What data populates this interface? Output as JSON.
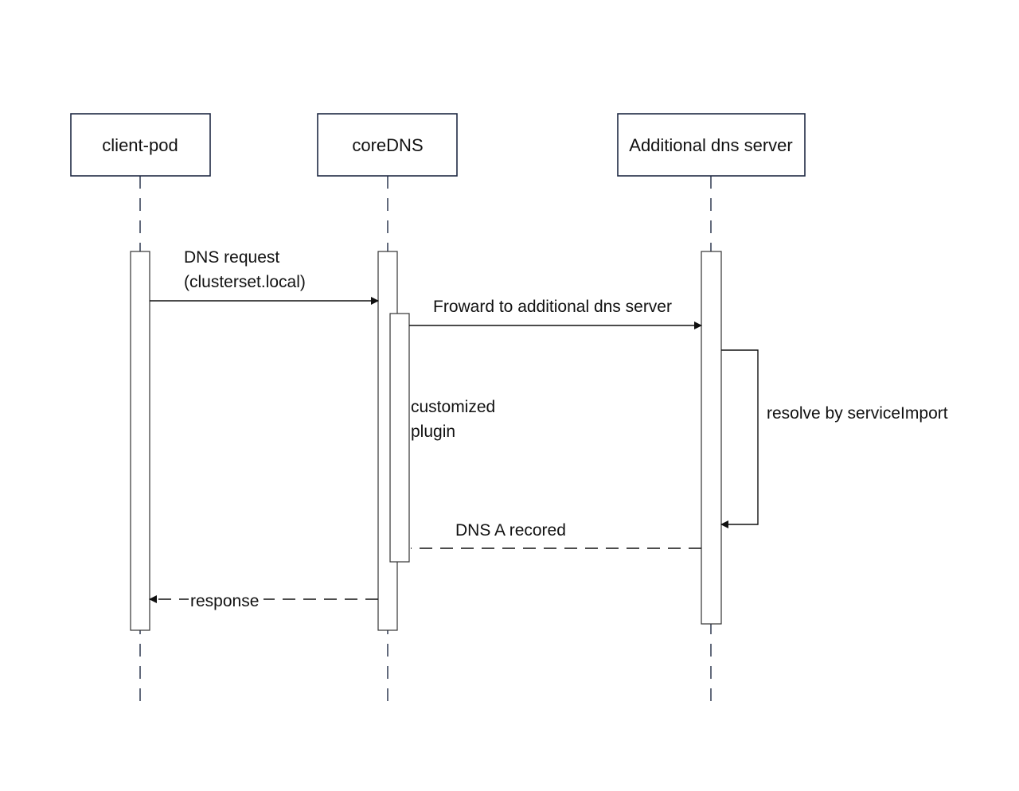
{
  "actors": {
    "client": "client-pod",
    "coredns": "coreDNS",
    "additional": "Additional dns server"
  },
  "messages": {
    "dns_request_line1": "DNS request",
    "dns_request_line2": "(clusterset.local)",
    "forward": "Froward to additional dns server",
    "resolve": "resolve by serviceImport",
    "a_record": "DNS A recored",
    "response": "response"
  },
  "notes": {
    "plugin_line1": "customized",
    "plugin_line2": "plugin"
  }
}
